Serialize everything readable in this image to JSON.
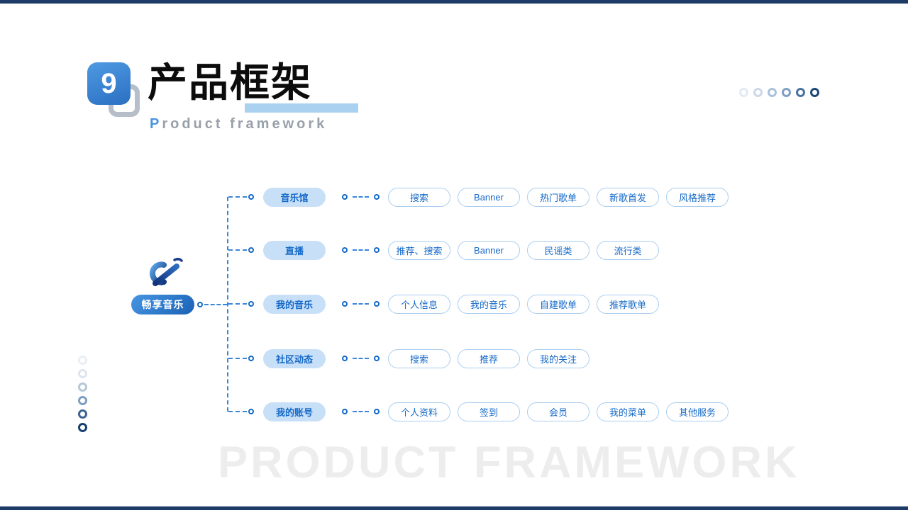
{
  "slide": {
    "chapter_number": "9",
    "title": "产品框架",
    "subtitle_first_letter": "P",
    "subtitle_rest": "roduct framework",
    "watermark": "PRODUCT FRAMEWORK"
  },
  "colors": {
    "accent_blue": "#3a85d8",
    "pill_text_blue": "#1569c8",
    "branch_pill_bg": "#c7dff7",
    "child_pill_border": "#a9cdf0",
    "root_pill_gradient": [
      "#4796e2",
      "#1a61b5"
    ],
    "badge_gradient": [
      "#4e9ae2",
      "#2b6fc2"
    ],
    "title_underline": "#abd1f1",
    "subtitle_gray": "#98a0a9",
    "watermark_gray": "#ededed",
    "edge_bar_navy": "#1e3a66"
  },
  "icons": {
    "logo": "music-app-swirl-logo"
  },
  "decorations": {
    "top_right_dot_colors": [
      "#e3eaf3",
      "#ccd8e8",
      "#a9c1da",
      "#7fa0c4",
      "#49729f",
      "#1c4878"
    ],
    "left_dot_colors": [
      "#e9eef4",
      "#dde5ee",
      "#b5c7d9",
      "#7f9fc2",
      "#3c6390",
      "#17406e"
    ]
  },
  "tree": {
    "root": {
      "label": "畅享音乐"
    },
    "branches": [
      {
        "label": "音乐馆",
        "children": [
          "搜索",
          "Banner",
          "热门歌单",
          "新歌首发",
          "风格推荐"
        ]
      },
      {
        "label": "直播",
        "children": [
          "推荐、搜索",
          "Banner",
          "民谣类",
          "流行类"
        ]
      },
      {
        "label": "我的音乐",
        "children": [
          "个人信息",
          "我的音乐",
          "自建歌单",
          "推荐歌单"
        ]
      },
      {
        "label": "社区动态",
        "children": [
          "搜索",
          "推荐",
          "我的关注"
        ]
      },
      {
        "label": "我的账号",
        "children": [
          "个人资料",
          "签到",
          "会员",
          "我的菜单",
          "其他服务"
        ]
      }
    ]
  }
}
